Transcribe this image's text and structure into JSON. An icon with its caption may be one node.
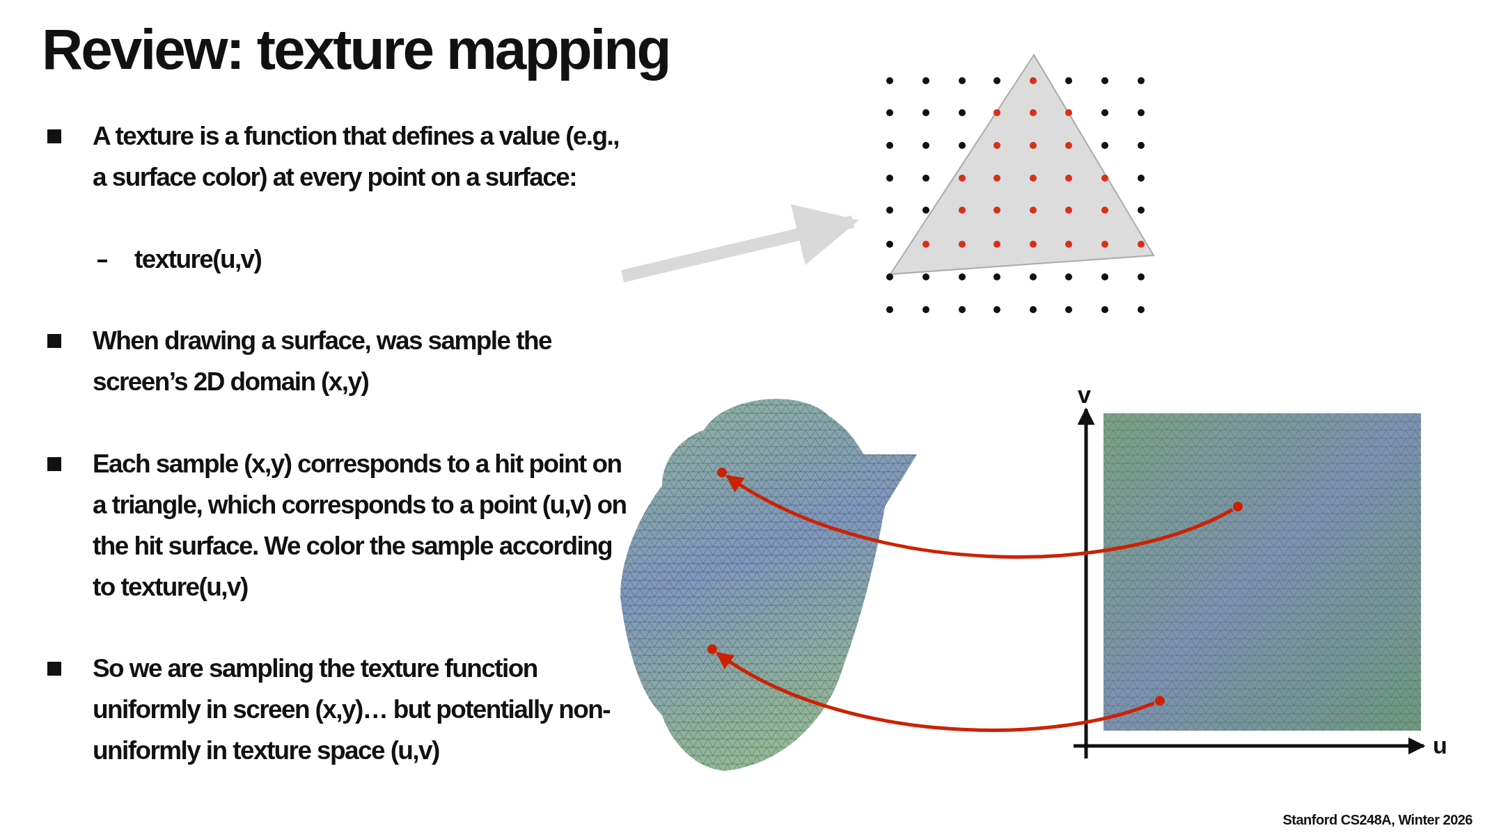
{
  "diagram": {
    "title": "Review: texture mapping",
    "nodes": [
      {
        "text": [],
        "shape": "picture"
      },
      {
        "text": [],
        "shape": "picture"
      },
      {
        "text": [],
        "shape": "circle",
        "in": 1
      },
      {
        "text": [],
        "shape": "circle",
        "in": 1
      },
      {
        "text": [],
        "shape": "picture"
      },
      {
        "text": [],
        "shape": "circle",
        "in": 4
      },
      {
        "text": [],
        "shape": "circle",
        "in": 4
      }
    ],
    "edges": [
      {
        "from": null,
        "to": 0,
        "arrow": "to",
        "style": "thick",
        "color": "#d9d9d9"
      },
      {
        "from": 5,
        "to": 2,
        "arrow": "to"
      },
      {
        "from": 6,
        "to": 3,
        "arrow": "to"
      }
    ],
    "labels": [
      "A texture is a function that defines a value (e.g., a surface color) at every point on a surface:",
      "texture(u,v)",
      "When drawing a surface, was sample the screen’s 2D domain (x,y)",
      "Each sample (x,y) corresponds to a hit point on a triangle, which corresponds to a point (u,v) on the hit surface. We color the sample according to texture(u,v)",
      "So we are sampling the texture function uniformly in screen (x,y)… but potentially non-uniformly in texture space (u,v)",
      "v",
      "u",
      "Stanford CS248A, Winter 2026"
    ]
  }
}
